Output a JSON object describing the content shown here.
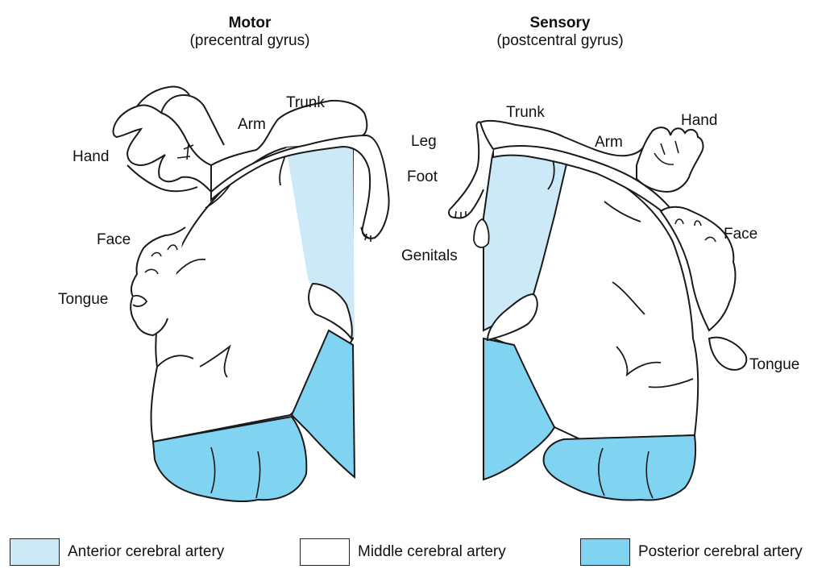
{
  "motor": {
    "title": "Motor",
    "subtitle": "(precentral gyrus)"
  },
  "sensory": {
    "title": "Sensory",
    "subtitle": "(postcentral gyrus)"
  },
  "motor_labels": {
    "hand": "Hand",
    "arm": "Arm",
    "trunk": "Trunk",
    "face": "Face",
    "tongue": "Tongue"
  },
  "sensory_labels": {
    "leg": "Leg",
    "foot": "Foot",
    "trunk": "Trunk",
    "arm": "Arm",
    "hand": "Hand",
    "genitals": "Genitals",
    "face": "Face",
    "tongue": "Tongue"
  },
  "legend": [
    {
      "label": "Anterior cerebral artery",
      "color": "#cce9f7"
    },
    {
      "label": "Middle cerebral artery",
      "color": "#ffffff"
    },
    {
      "label": "Posterior cerebral artery",
      "color": "#80d4f2"
    }
  ],
  "colors": {
    "anterior": "#cce9f7",
    "middle": "#ffffff",
    "posterior": "#80d4f2",
    "outline": "#1a1a1a"
  }
}
